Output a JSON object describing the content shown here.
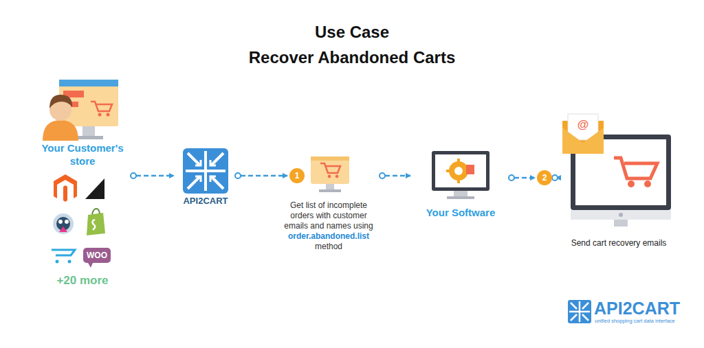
{
  "diagram": {
    "title": "Use Case",
    "nodes": [
      {
        "text": [
          "Your Customer's store"
        ]
      },
      {
        "text": [
          "API2CART"
        ]
      },
      {
        "text": [
          "1"
        ]
      },
      {
        "text": [
          "Get list of incomplete orders with customer emails and names using",
          "order.abandoned.list",
          "method"
        ]
      },
      {
        "text": [
          "Your Software"
        ]
      },
      {
        "text": [
          "2"
        ]
      },
      {
        "text": [
          "Send cart recovery emails"
        ]
      }
    ],
    "edges": [
      {
        "from": 0,
        "to": 1,
        "arrow": "to"
      },
      {
        "from": 1,
        "to": 2,
        "arrow": "to"
      },
      {
        "from": 3,
        "to": 4,
        "arrow": "to"
      },
      {
        "from": 4,
        "to": 5,
        "arrow": "to"
      },
      {
        "from": 5,
        "to": 6,
        "arrow": "to"
      }
    ],
    "labels": [
      "Recover Abandoned Carts",
      "+20 more",
      "WOO",
      "@",
      "API2CART",
      "unified shopping cart data interface"
    ]
  }
}
